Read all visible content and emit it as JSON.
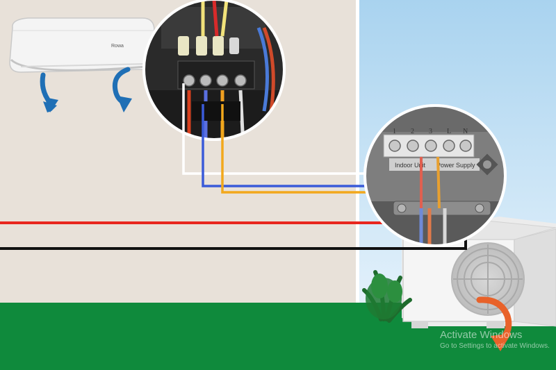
{
  "colors": {
    "wall": "#e8e1d9",
    "sky_top": "#a9d3ef",
    "sky_bottom": "#e3f1fb",
    "grass": "#0f8a3c",
    "wire_white": "#ffffff",
    "wire_blue": "#3a5bd9",
    "wire_orange": "#f2a81c",
    "wire_red": "#e8261e",
    "wire_black": "#111111",
    "arrow_blue": "#1f6fb5",
    "arrow_orange": "#e8622a"
  },
  "indoor_unit": {
    "brand": "Rowa"
  },
  "indoor_terminal": {
    "icon": "indoor-terminal-closeup-icon"
  },
  "outdoor_terminal": {
    "numbers": [
      "1",
      "2",
      "3",
      "L",
      "N"
    ],
    "label_left": "Indoor Unit",
    "label_right": "Power Supply"
  },
  "watermark": {
    "title": "Activate Windows",
    "subtitle": "Go to Settings to activate Windows."
  }
}
